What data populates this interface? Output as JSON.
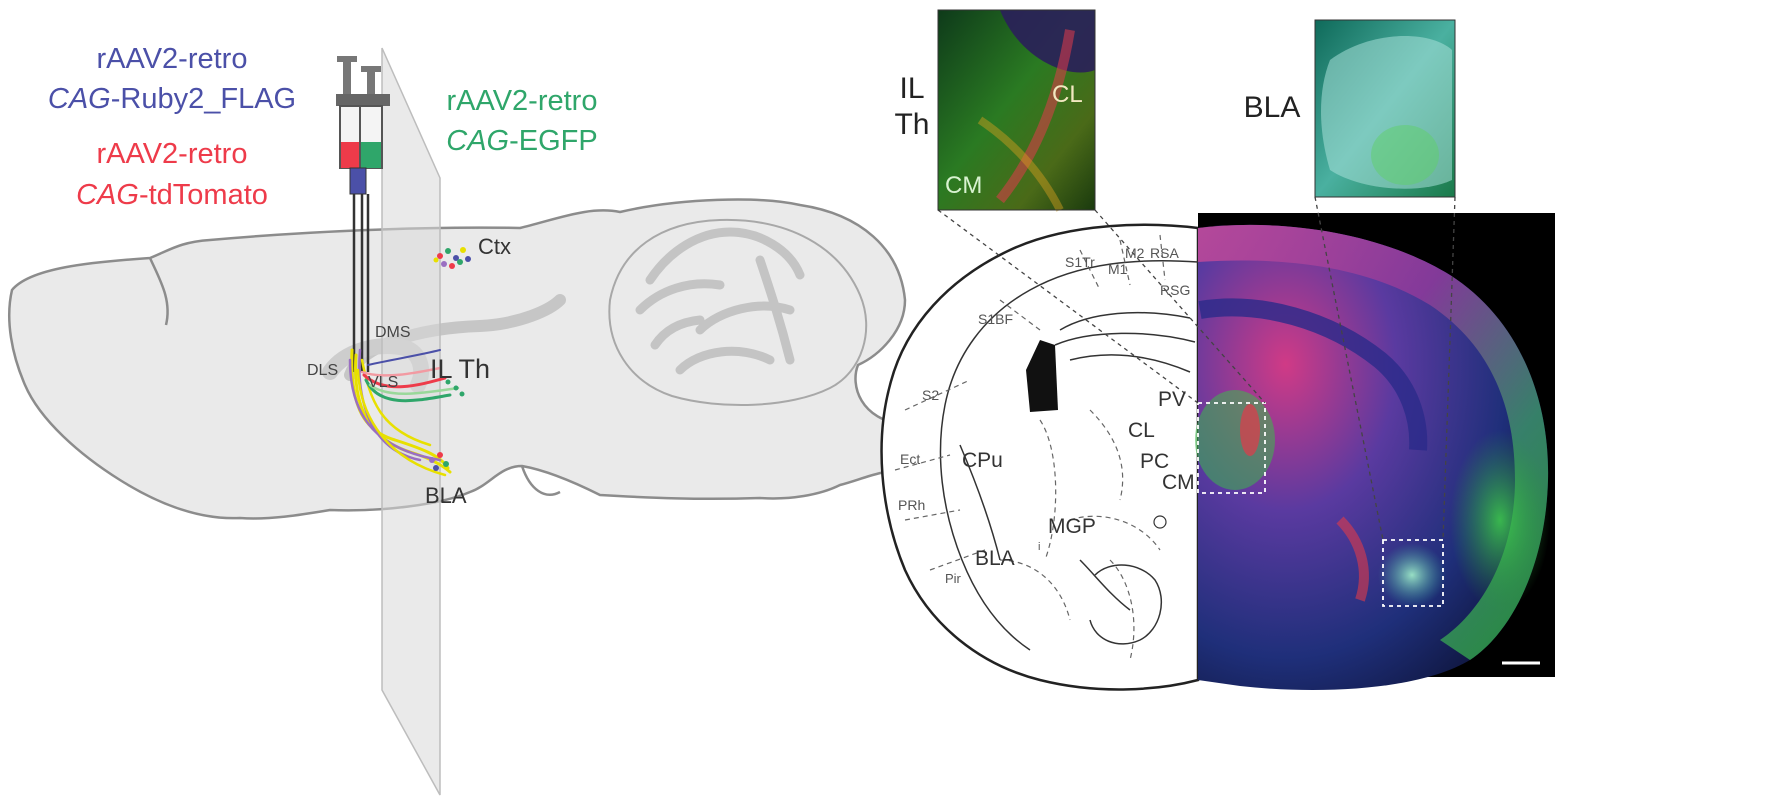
{
  "left_panel": {
    "vectors": {
      "ruby": {
        "line1": "rAAV2-retro",
        "line2_prefix": "CAG",
        "line2_suffix": "-Ruby2_FLAG",
        "color": "#4b50a8"
      },
      "tomato": {
        "line1": "rAAV2-retro",
        "line2_prefix": "CAG",
        "line2_suffix": "-tdTomato",
        "color": "#ee3b4a"
      },
      "egfp": {
        "line1": "rAAV2-retro",
        "line2_prefix": "CAG",
        "line2_suffix": "-EGFP",
        "color": "#2fa66a"
      }
    },
    "regions": {
      "ctx": "Ctx",
      "dms": "DMS",
      "dls": "DLS",
      "vls": "VLS",
      "ilth": "IL Th",
      "bla": "BLA"
    }
  },
  "right_panel": {
    "inset_ilth": {
      "label_line1": "IL",
      "label_line2": "Th",
      "cl": "CL",
      "cm": "CM"
    },
    "inset_bla": {
      "label": "BLA"
    },
    "atlas_labels": {
      "s1tr": "S1Tr",
      "m2": "M2",
      "rsa": "RSA",
      "m1": "M1",
      "rsg": "RSG",
      "s1bf": "S1BF",
      "s2": "S2",
      "ect": "Ect",
      "prh": "PRh",
      "pir": "Pir",
      "cpu": "CPu",
      "bla": "BLA",
      "mgp": "MGP",
      "pv": "PV",
      "cl": "CL",
      "pc": "PC",
      "cm": "CM",
      "i": "i"
    }
  },
  "colors": {
    "red": "#ee3b4a",
    "green": "#2fa66a",
    "blue": "#4b50a8",
    "yellow": "#e8e000",
    "purple": "#9a6fc2"
  }
}
